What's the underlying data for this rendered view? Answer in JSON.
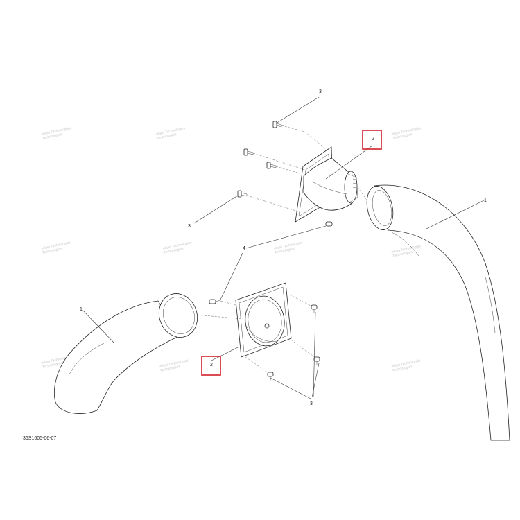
{
  "diagram": {
    "drawing_code": "36S1605-06-07",
    "callouts": {
      "hose": "1",
      "adapter": "2",
      "screw": "3",
      "rivet": "4"
    },
    "watermark": {
      "line1": "villast Technologies",
      "line2": "Technologies"
    },
    "highlight_color": "#d2202a"
  }
}
